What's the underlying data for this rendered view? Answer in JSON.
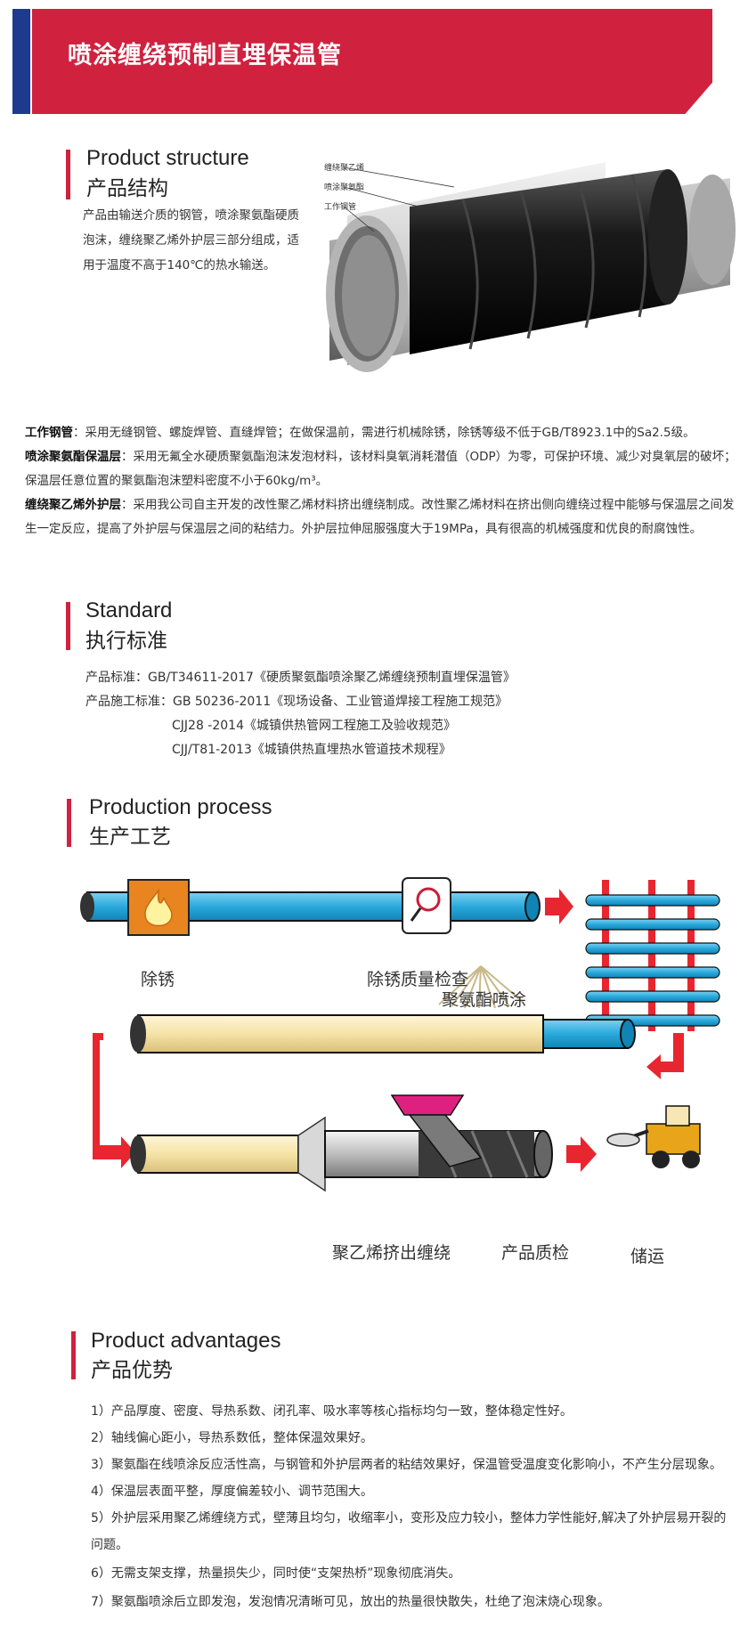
{
  "header": {
    "title": "喷涂缠绕预制直埋保温管"
  },
  "structure": {
    "title_en": "Product structure",
    "title_cn": "产品结构",
    "intro": [
      "产品由输送介质的钢管，喷涂聚氨酯硬质",
      "泡沫，缠绕聚乙烯外护层三部分组成，适",
      "用于温度不高于140℃的热水输送。"
    ],
    "labels": [
      "缠绕聚乙烯",
      "喷涂聚氨酯",
      "工作钢管"
    ]
  },
  "details": {
    "l1_term": "工作钢管",
    "l1_text": "：采用无缝钢管、螺旋焊管、直缝焊管；在做保温前，需进行机械除锈，除锈等级不低于GB/T8923.1中的Sa2.5级。",
    "l2_term": "喷涂聚氨酯保温层",
    "l2_text": "：采用无氟全水硬质聚氨酯泡沫发泡材料，该材料臭氧消耗潜值（ODP）为零，可保护环境、减少对臭氧层的破坏；",
    "l3_text": "保温层任意位置的聚氨酯泡沫塑料密度不小于60kg/m³。",
    "l4_term": "缠绕聚乙烯外护层",
    "l4_text": "：采用我公司自主开发的改性聚乙烯材料挤出缠绕制成。改性聚乙烯材料在挤出侧向缠绕过程中能够与保温层之间发",
    "l5_text": "生一定反应，提高了外护层与保温层之间的粘结力。外护层拉伸屈服强度大于19MPa，具有很高的机械强度和优良的耐腐蚀性。"
  },
  "standard": {
    "title_en": "Standard",
    "title_cn": "执行标准",
    "lines": [
      "产品标准：GB/T34611-2017《硬质聚氨酯喷涂聚乙烯缠绕预制直埋保温管》",
      "产品施工标准：GB 50236-2011《现场设备、工业管道焊接工程施工规范》",
      "CJJ28 -2014《城镇供热管网工程施工及验收规范》",
      "CJJ/T81-2013《城镇供热直埋热水管道技术规程》"
    ]
  },
  "process": {
    "title_en": "Production process",
    "title_cn": "生产工艺",
    "steps": [
      "除锈",
      "除锈质量检查",
      "聚氨酯喷涂",
      "聚乙烯挤出缠绕",
      "产品质检",
      "储运"
    ]
  },
  "advantages": {
    "title_en": "Product advantages",
    "title_cn": "产品优势",
    "items": [
      "1）产品厚度、密度、导热系数、闭孔率、吸水率等核心指标均匀一致，整体稳定性好。",
      "2）轴线偏心距小，导热系数低，整体保温效果好。",
      "3）聚氨酯在线喷涂反应活性高，与钢管和外护层两者的粘结效果好，保温管受温度变化影响小，不产生分层现象。",
      "4）保温层表面平整，厚度偏差较小、调节范围大。",
      "5）外护层采用聚乙烯缠绕方式，壁薄且均匀，收缩率小，变形及应力较小，整体力学性能好,解决了外护层易开裂的",
      "问题。",
      "6）无需支架支撑，热量损失少，同时使“支架热桥”现象彻底消失。",
      "7）聚氨酯喷涂后立即发泡，发泡情况清晰可见，放出的热量很快散失，杜绝了泡沫烧心现象。"
    ]
  },
  "colors": {
    "brand_red": "#d0213f",
    "brand_blue": "#1d3a8f",
    "pipe_blue": "#29a9dc",
    "foam_yellow": "#f5e3a6"
  }
}
